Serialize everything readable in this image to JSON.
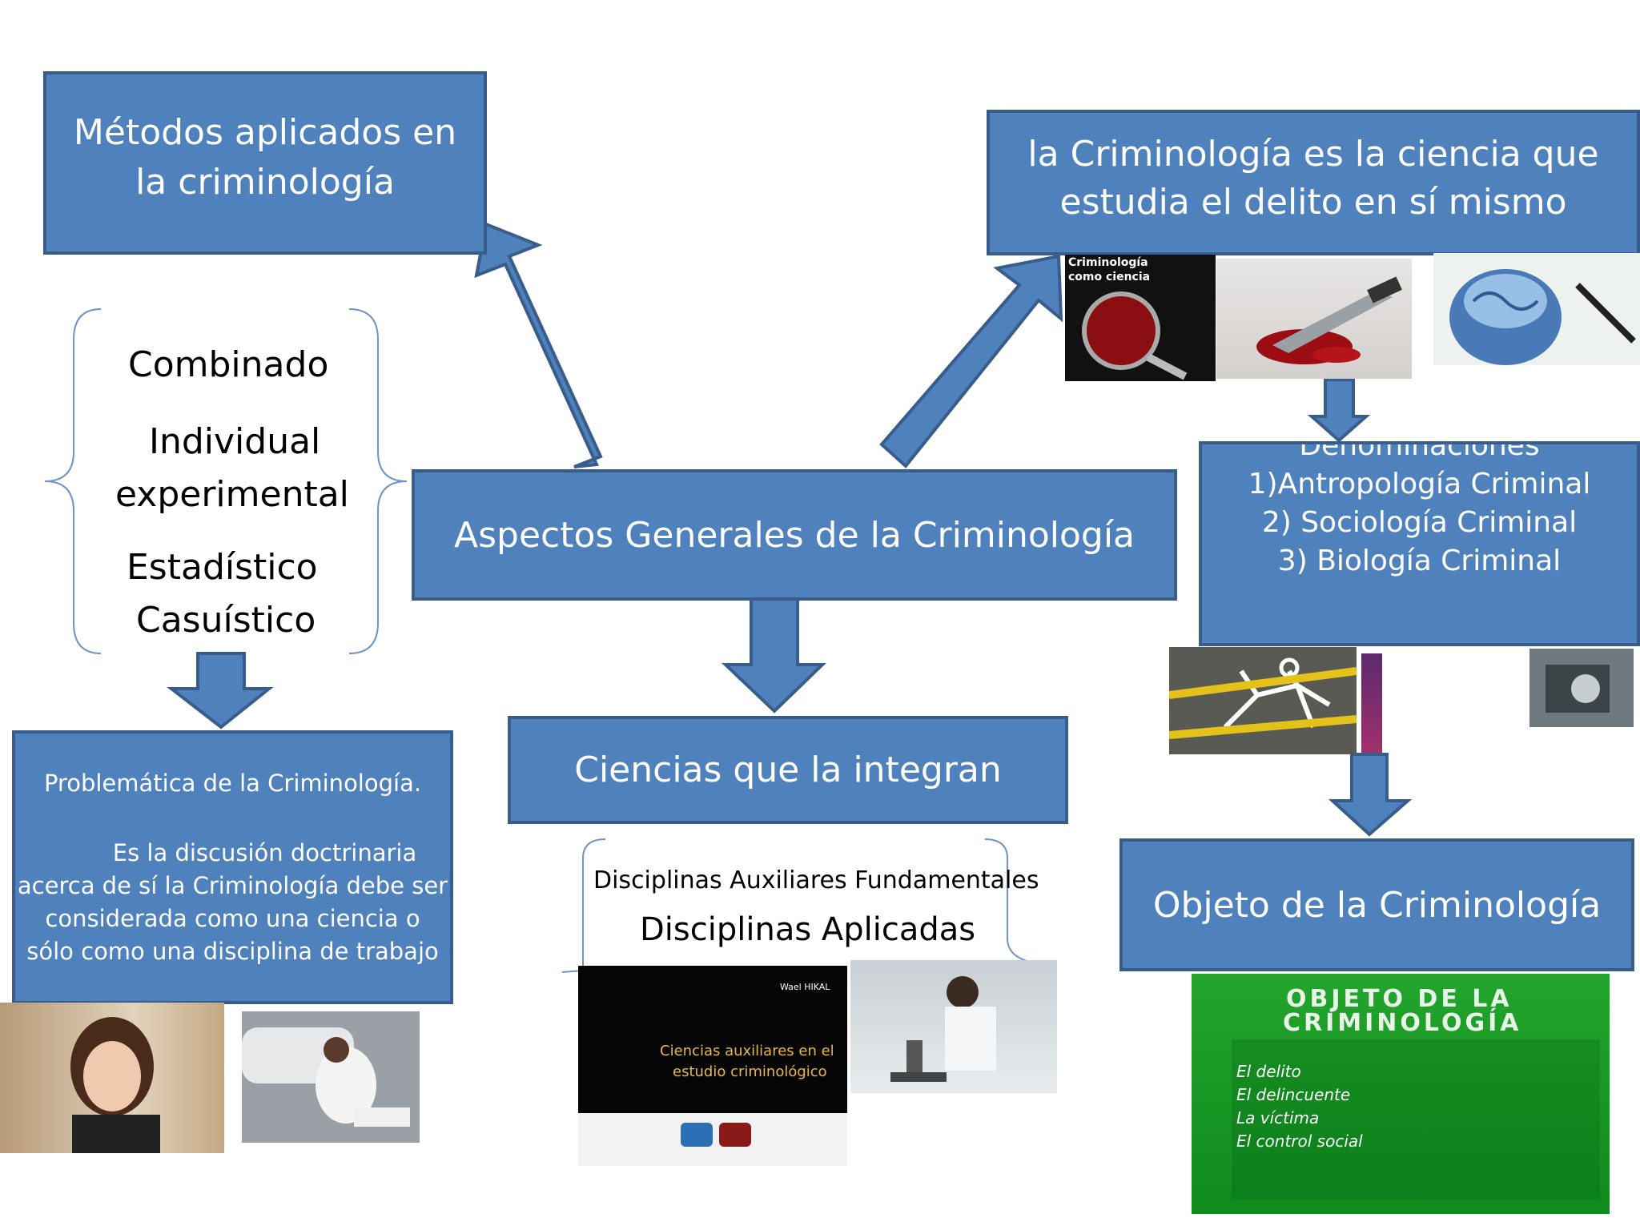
{
  "nodes": {
    "metodos": {
      "line1": "Métodos aplicados en",
      "line2": "la criminología"
    },
    "ciencia": {
      "line1": "la Criminología es la ciencia que",
      "line2": "estudia el delito en sí mismo"
    },
    "aspectos": {
      "text": "Aspectos Generales de la Criminología"
    },
    "denominaciones": {
      "title": "Denominaciones",
      "items": [
        "1)Antropología Criminal",
        "2) Sociología Criminal",
        "3) Biología Criminal"
      ]
    },
    "problematica": {
      "title": "Problemática de la Criminología.",
      "line1": "Es la discusión doctrinaria",
      "line2": "acerca de sí la Criminología debe ser",
      "line3": "considerada como una ciencia o",
      "line4": "sólo como una disciplina de trabajo"
    },
    "ciencias": {
      "text": "Ciencias que la integran"
    },
    "objeto": {
      "text": "Objeto de la Criminología"
    }
  },
  "methods_list": [
    "Combinado",
    "Individual",
    "experimental",
    "Estadístico",
    "Casuístico"
  ],
  "disciplines_list": [
    "Disciplinas Auxiliares Fundamentales",
    "Disciplinas Aplicadas"
  ],
  "photos": {
    "criminologia_ciencia": {
      "line1": "Criminología",
      "line2": "como ciencia"
    },
    "ciencias_auxiliares": {
      "header1": "Wael HIKAL",
      "line1": "Ciencias auxiliares en el",
      "line2": "estudio criminológico"
    },
    "objeto_slide": {
      "title1": "OBJETO DE LA",
      "title2": "CRIMINOLOGÍA",
      "items": [
        "El delito",
        "El delincuente",
        "La víctima",
        "El control social"
      ]
    }
  },
  "colors": {
    "box_fill": "#4f81bd",
    "box_border": "#385d8a",
    "slide_green": "#1f9d2a"
  }
}
